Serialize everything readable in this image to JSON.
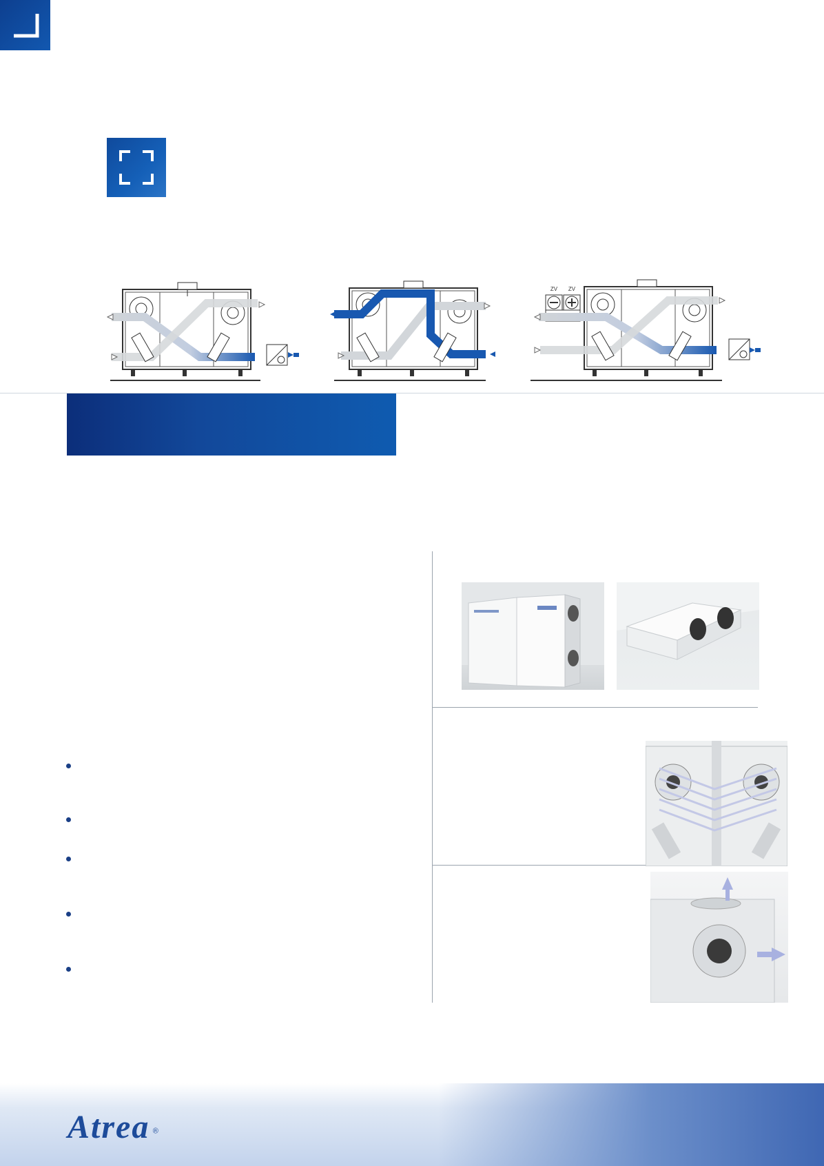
{
  "colors": {
    "brand_blue": "#1258b0",
    "dark_blue": "#0c2e7a",
    "rule_gray": "#9aa3ad"
  },
  "icons": {
    "corner": "corner-bracket-icon",
    "frame": "frame-brackets-icon"
  },
  "diagrams": [
    {
      "name": "airflow-diagram-heat-recovery"
    },
    {
      "name": "airflow-diagram-bypass"
    },
    {
      "name": "airflow-diagram-with-heater-cooler"
    }
  ],
  "diagram3": {
    "label_left": "ZV",
    "label_right": "ZV"
  },
  "bullet_count": 5,
  "footer": {
    "logo_text": "Atrea",
    "registered": "®"
  }
}
